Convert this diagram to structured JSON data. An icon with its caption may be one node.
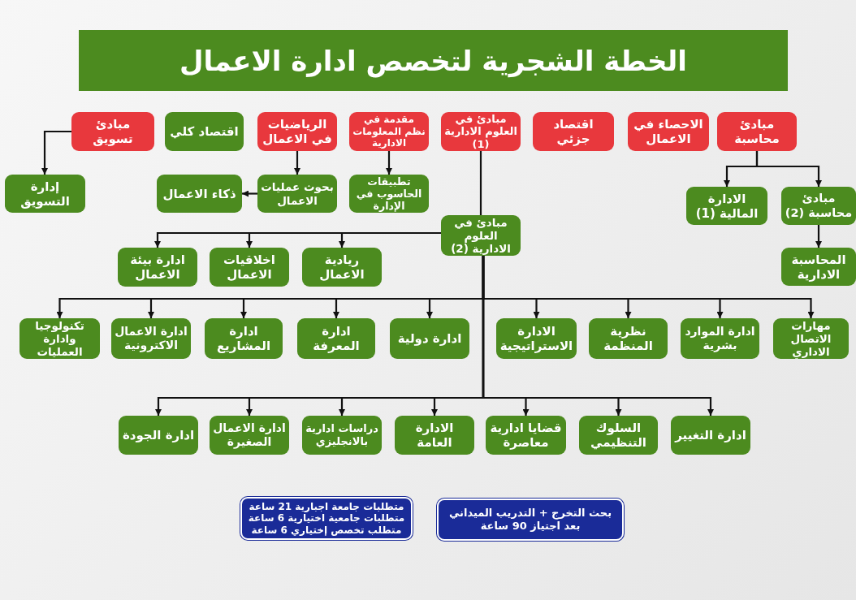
{
  "diagram": {
    "title": "الخطة الشجرية لتخصص ادارة الاعمال",
    "nodes": [
      {
        "text": [
          "مبادئ محاسبة"
        ]
      },
      {
        "text": [
          "الاحصاء في الاعمال"
        ]
      },
      {
        "text": [
          "اقتصاد جزئي"
        ]
      },
      {
        "text": [
          "مبادئ في العلوم الادارية (1)"
        ]
      },
      {
        "text": [
          "مقدمة في نظم المعلومات الادارية"
        ]
      },
      {
        "text": [
          "الرياضيات في الاعمال"
        ]
      },
      {
        "text": [
          "اقتصاد كلي"
        ]
      },
      {
        "text": [
          "مبادئ تسويق"
        ]
      },
      {
        "text": [
          "مبادئ محاسبة (2)"
        ]
      },
      {
        "text": [
          "الادارة المالية (1)"
        ]
      },
      {
        "text": [
          "تطبيقات الحاسوب في الإدارة"
        ]
      },
      {
        "text": [
          "بحوث عمليات الاعمال"
        ]
      },
      {
        "text": [
          "ذكاء الاعمال"
        ]
      },
      {
        "text": [
          "إدارة التسويق"
        ]
      },
      {
        "text": [
          "مبادئ في العلوم الادارية (2)"
        ]
      },
      {
        "text": [
          "المحاسبة الادارية"
        ]
      },
      {
        "text": [
          "ريادية الاعمال"
        ]
      },
      {
        "text": [
          "اخلاقيات الاعمال"
        ]
      },
      {
        "text": [
          "ادارة بيئة الاعمال"
        ]
      },
      {
        "text": [
          "مهارات الاتصال الاداري"
        ]
      },
      {
        "text": [
          "ادارة الموارد بشرية"
        ]
      },
      {
        "text": [
          "نظرية المنظمة"
        ]
      },
      {
        "text": [
          "الادارة الاستراتيجية"
        ]
      },
      {
        "text": [
          "ادارة دولية"
        ]
      },
      {
        "text": [
          "ادارة المعرفة"
        ]
      },
      {
        "text": [
          "ادارة المشاريع"
        ]
      },
      {
        "text": [
          "ادارة الاعمال الاكترونية"
        ]
      },
      {
        "text": [
          "تكنولوجيا وادارة العمليات"
        ]
      },
      {
        "text": [
          "ادارة التغيير"
        ]
      },
      {
        "text": [
          "السلوك التنظيمي"
        ]
      },
      {
        "text": [
          "قضايا ادارية معاصرة"
        ]
      },
      {
        "text": [
          "الادارة العامة"
        ]
      },
      {
        "text": [
          "دراسات ادارية بالانجليزي"
        ]
      },
      {
        "text": [
          "ادارة الاعمال الصغيرة"
        ]
      },
      {
        "text": [
          "ادارة الجودة"
        ]
      },
      {
        "text": [
          "متطلبات جامعة اجبارية 21 ساعة",
          "متطلبات جامعية اختيارية 6 ساعة",
          "متطلب تخصص إختياري 6 ساعة"
        ]
      },
      {
        "text": [
          "بحث التخرج + التدريب الميداني بعد اجتياز 90 ساعة"
        ]
      }
    ],
    "edges": [
      {
        "from": 0,
        "to": 8,
        "arrow": "to"
      },
      {
        "from": 0,
        "to": 9,
        "arrow": "to"
      },
      {
        "from": 8,
        "to": 15,
        "arrow": "to"
      },
      {
        "from": 4,
        "to": 10,
        "arrow": "to"
      },
      {
        "from": 5,
        "to": 11,
        "arrow": "to"
      },
      {
        "from": 11,
        "to": 12,
        "arrow": "to"
      },
      {
        "from": 7,
        "to": 13,
        "arrow": "to"
      },
      {
        "from": 3,
        "to": 14,
        "arrow": "none"
      },
      {
        "from": 14,
        "to": 16,
        "arrow": "to"
      },
      {
        "from": 14,
        "to": 17,
        "arrow": "to"
      },
      {
        "from": 14,
        "to": 18,
        "arrow": "to"
      },
      {
        "from": 14,
        "to": 19,
        "arrow": "to"
      },
      {
        "from": 14,
        "to": 20,
        "arrow": "to"
      },
      {
        "from": 14,
        "to": 21,
        "arrow": "to"
      },
      {
        "from": 14,
        "to": 22,
        "arrow": "to"
      },
      {
        "from": 14,
        "to": 23,
        "arrow": "to"
      },
      {
        "from": 14,
        "to": 24,
        "arrow": "to"
      },
      {
        "from": 14,
        "to": 25,
        "arrow": "to"
      },
      {
        "from": 14,
        "to": 26,
        "arrow": "to"
      },
      {
        "from": 14,
        "to": 27,
        "arrow": "to"
      },
      {
        "from": 14,
        "to": 28,
        "arrow": "to"
      },
      {
        "from": 14,
        "to": 29,
        "arrow": "to"
      },
      {
        "from": 14,
        "to": 30,
        "arrow": "to"
      },
      {
        "from": 14,
        "to": 31,
        "arrow": "to"
      },
      {
        "from": 14,
        "to": 32,
        "arrow": "to"
      },
      {
        "from": 14,
        "to": 33,
        "arrow": "to"
      },
      {
        "from": 14,
        "to": 34,
        "arrow": "to"
      }
    ]
  }
}
